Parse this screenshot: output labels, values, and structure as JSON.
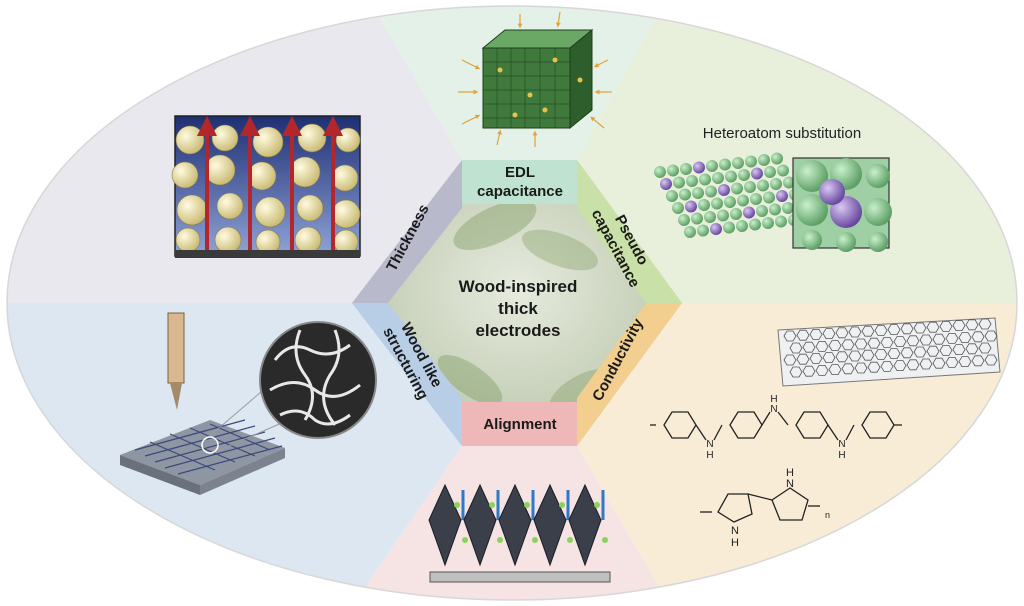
{
  "center": {
    "title_line1": "Wood-inspired",
    "title_line2": "thick",
    "title_line3": "electrodes"
  },
  "segments": {
    "edl": {
      "line1": "EDL",
      "line2": "capacitance"
    },
    "pseudo": {
      "line1": "Pseudo",
      "line2": "capacitance"
    },
    "conductivity": {
      "label": "Conductivity"
    },
    "alignment": {
      "label": "Alignment"
    },
    "wood": {
      "line1": "Wood like",
      "line2": "structuring"
    },
    "thickness": {
      "label": "Thickness"
    }
  },
  "annotations": {
    "heteroatom": "Heteroatom substitution",
    "nh_1": "N",
    "nh_1b": "H",
    "nh_2": "N",
    "nh_2b": "H",
    "nh_3": "N",
    "nh_3b": "H",
    "pyrrole_nh1": "N",
    "pyrrole_h1": "H",
    "pyrrole_nh2": "H",
    "pyrrole_n2": "N",
    "subscript_n": "n"
  },
  "colors": {
    "thickness_bg": "#e9e8ee",
    "edl_bg": "#e3f1e8",
    "pseudo_bg": "#e8f0dc",
    "conductivity_bg": "#f8ecd7",
    "alignment_bg": "#f6e3e3",
    "wood_bg": "#dde7f1",
    "thickness_tab": "#b9b9cc",
    "edl_tab": "#bfe3d0",
    "pseudo_tab": "#c9e0a8",
    "conductivity_tab": "#f2cf8e",
    "alignment_tab": "#efb8b8",
    "wood_tab": "#b8cde6",
    "sphere_yellow": "#e8dca0",
    "arrow_red": "#b3262b",
    "green_atom": "#7fbf85",
    "purple_atom": "#8a6bbd"
  }
}
